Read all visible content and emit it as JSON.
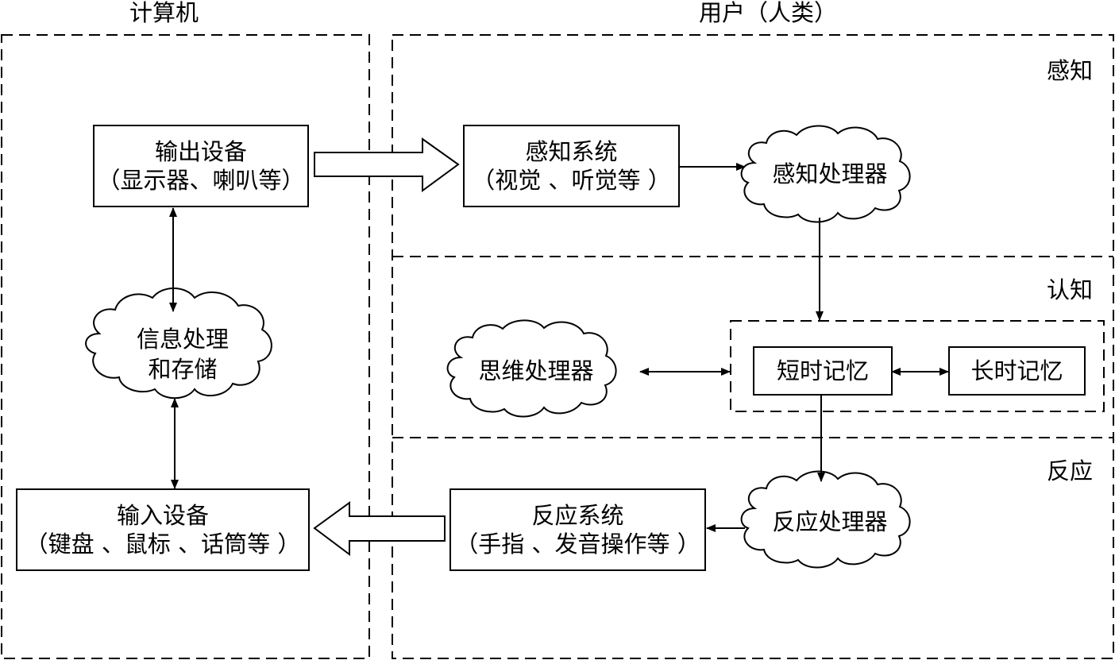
{
  "titles": {
    "computer": "计算机",
    "user": "用户（人类）"
  },
  "regions": {
    "perception": "感知",
    "cognition": "认知",
    "response": "反应"
  },
  "computer": {
    "output_device": {
      "title": "输出设备",
      "subtitle": "（显示器、喇叭等）"
    },
    "info_processing": {
      "line1": "信息处理",
      "line2": "和存储"
    },
    "input_device": {
      "title": "输入设备",
      "subtitle": "（键盘 、鼠标 、话筒等 ）"
    }
  },
  "user": {
    "perception_system": {
      "title": "感知系统",
      "subtitle": "（视觉 、听觉等 ）"
    },
    "perception_processor": "感知处理器",
    "thinking_processor": "思维处理器",
    "short_term_memory": "短时记忆",
    "long_term_memory": "长时记忆",
    "response_processor": "反应处理器",
    "response_system": {
      "title": "反应系统",
      "subtitle": "（手指 、发音操作等 ）"
    }
  }
}
